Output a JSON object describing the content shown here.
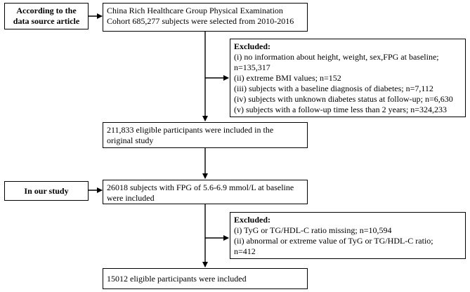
{
  "source_label": {
    "lines": [
      "According to the",
      "data source article"
    ]
  },
  "study_label": {
    "lines": [
      "In our study"
    ]
  },
  "cohort_box": {
    "lines": [
      "China Rich Healthcare Group Physical Examination",
      "Cohort 685,277 subjects were selected from 2010-2016"
    ]
  },
  "exclusion_1": {
    "title": "Excluded:",
    "lines": [
      "(i) no information about height, weight, sex,FPG at baseline;",
      "n=135,317",
      "(ii) extreme BMI values; n=152",
      "(iii) subjects with a baseline diagnosis of diabetes; n=7,112",
      "(iv) subjects with unknown diabetes status at follow-up; n=6,630",
      "(v) subjects with a follow-up time less than 2 years; n=324,233"
    ]
  },
  "eligible_original": {
    "lines": [
      "211,833 eligible participants were included in the",
      "original study"
    ]
  },
  "fpg_box": {
    "lines": [
      "26018 subjects with FPG of 5.6-6.9 mmol/L at baseline",
      "were included"
    ]
  },
  "exclusion_2": {
    "title": "Excluded:",
    "lines": [
      "(i) TyG or TG/HDL-C ratio missing; n=10,594",
      "(ii) abnormal or extreme value of TyG or TG/HDL-C ratio;",
      "n=412"
    ]
  },
  "final_box": {
    "lines": [
      "15012 eligible participants were included"
    ]
  }
}
